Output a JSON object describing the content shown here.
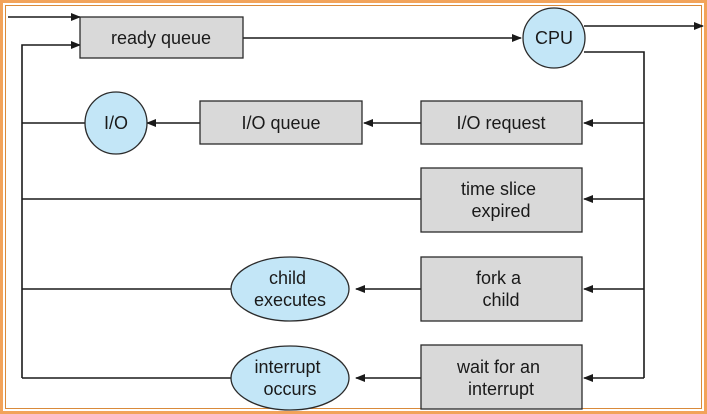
{
  "nodes": {
    "ready_queue": "ready queue",
    "cpu": "CPU",
    "io": "I/O",
    "io_queue": "I/O queue",
    "io_request": "I/O request",
    "time_slice": [
      "time slice",
      "expired"
    ],
    "fork_child": [
      "fork a",
      "child"
    ],
    "wait_interrupt": [
      "wait for an",
      "interrupt"
    ],
    "child_executes": [
      "child",
      "executes"
    ],
    "interrupt_occurs": [
      "interrupt",
      "occurs"
    ]
  },
  "colors": {
    "box_fill": "#d9d9d9",
    "circle_fill": "#c3e6f7",
    "frame": "#f2a35a",
    "line": "#1a1a1a"
  }
}
